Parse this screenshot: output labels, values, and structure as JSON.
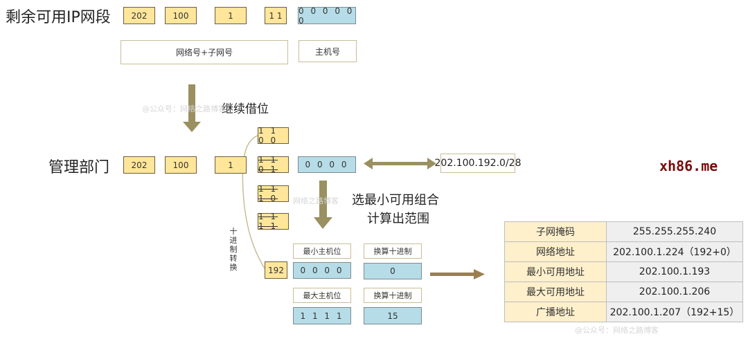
{
  "section1": {
    "title": "剩余可用IP网段",
    "octets": [
      "202",
      "100",
      "1",
      "1 1"
    ],
    "host_bits": "0 0 0 0 0 0",
    "net_label": "网络号+子网号",
    "host_label": "主机号"
  },
  "borrow_label": "继续借位",
  "section2": {
    "title": "管理部门",
    "octets": [
      "202",
      "100",
      "1"
    ],
    "subnet_options": [
      {
        "bits": "1 1 0 0",
        "struck": false
      },
      {
        "bits": "1 1 0 1",
        "struck": true
      },
      {
        "bits": "1 1 1 0",
        "struck": true
      },
      {
        "bits": "1 1 1 1",
        "struck": true
      }
    ],
    "host_bits": "0 0 0 0",
    "cidr": "202.100.192.0/28"
  },
  "calc_label_line1": "选最小可用组合",
  "calc_label_line2": "计算出范围",
  "decimal_conversion_label": [
    "十",
    "进",
    "制",
    "转",
    "换"
  ],
  "decimal_value": "192",
  "min_host": {
    "label": "最小主机位",
    "bits": "0 0 0 0",
    "dec_label": "换算十进制",
    "dec": "0"
  },
  "max_host": {
    "label": "最大主机位",
    "bits": "1 1 1 1",
    "dec_label": "换算十进制",
    "dec": "15"
  },
  "result_table": [
    {
      "key": "子网掩码",
      "value": "255.255.255.240"
    },
    {
      "key": "网络地址",
      "value": "202.100.1.224（192+0）"
    },
    {
      "key": "最小可用地址",
      "value": "202.100.1.193"
    },
    {
      "key": "最大可用地址",
      "value": "202.100.1.206"
    },
    {
      "key": "广播地址",
      "value": "202.100.1.207（192+15）"
    }
  ],
  "watermarks": [
    "@公众号：网络之路博客",
    "网络之路博客",
    "@公众号：网络之路博客"
  ],
  "logo": "xh86.me",
  "colors": {
    "octet": "#ffe69a",
    "host": "#b6dde7",
    "arrow": "#9a9060",
    "logo": "#7a0a0a"
  }
}
